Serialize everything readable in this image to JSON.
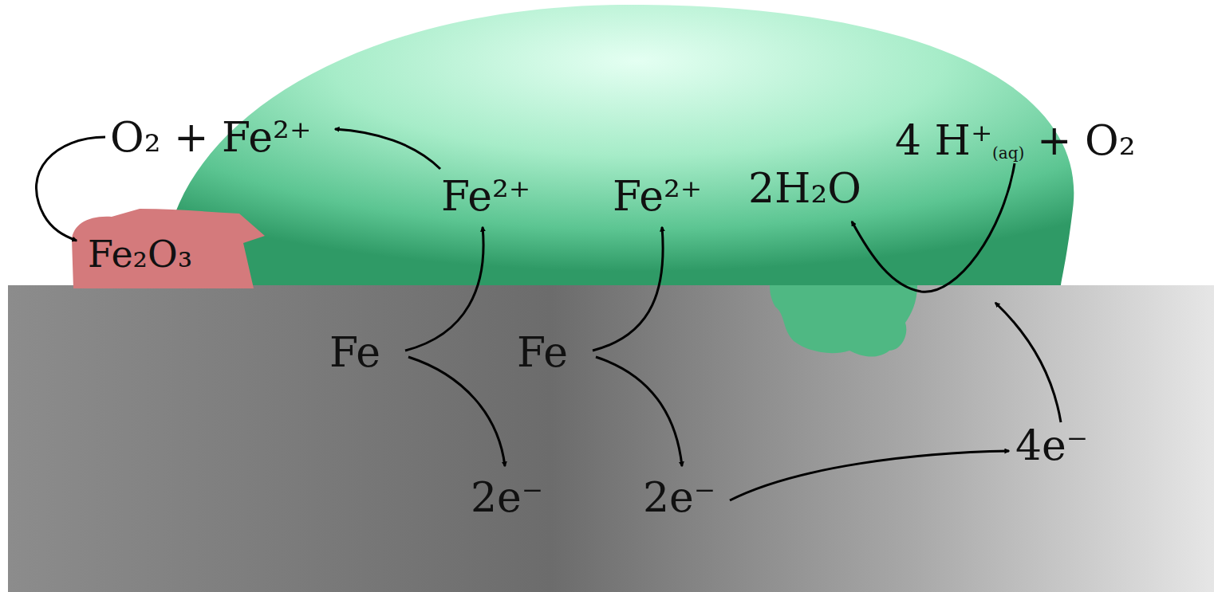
{
  "diagram": {
    "labels": [
      "O₂ + Fe²⁺",
      "Fe₂O₃",
      "Fe²⁺",
      "Fe²⁺",
      "2H₂O",
      "4 H⁺",
      "(aq)",
      "+ O₂",
      "Fe",
      "Fe",
      "2e⁻",
      "2e⁻",
      "4e⁻"
    ]
  }
}
